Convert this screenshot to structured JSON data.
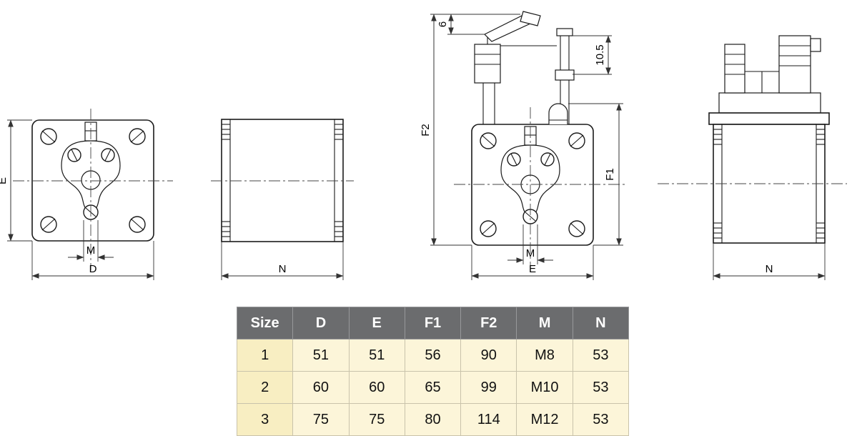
{
  "colors": {
    "header_bg": "#6b6c6e",
    "header_text": "#ffffff",
    "row_bg": "#fcf5d9",
    "size_col_bg": "#f8eec2",
    "line": "#1a1a1a"
  },
  "drawing": {
    "view_front": {
      "dim_left": "E",
      "dim_thread": "M",
      "dim_bottom": "D"
    },
    "view_side": {
      "dim_bottom": "N"
    },
    "view_front_indicator": {
      "dim_top_left": "6",
      "dim_top_right": "10.5",
      "dim_left": "F2",
      "dim_right": "F1",
      "dim_thread": "M",
      "dim_bottom": "E"
    },
    "view_side_indicator": {
      "dim_bottom": "N"
    }
  },
  "table": {
    "headers": [
      "Size",
      "D",
      "E",
      "F1",
      "F2",
      "M",
      "N"
    ],
    "rows": [
      [
        "1",
        "51",
        "51",
        "56",
        "90",
        "M8",
        "53"
      ],
      [
        "2",
        "60",
        "60",
        "65",
        "99",
        "M10",
        "53"
      ],
      [
        "3",
        "75",
        "75",
        "80",
        "114",
        "M12",
        "53"
      ]
    ]
  }
}
